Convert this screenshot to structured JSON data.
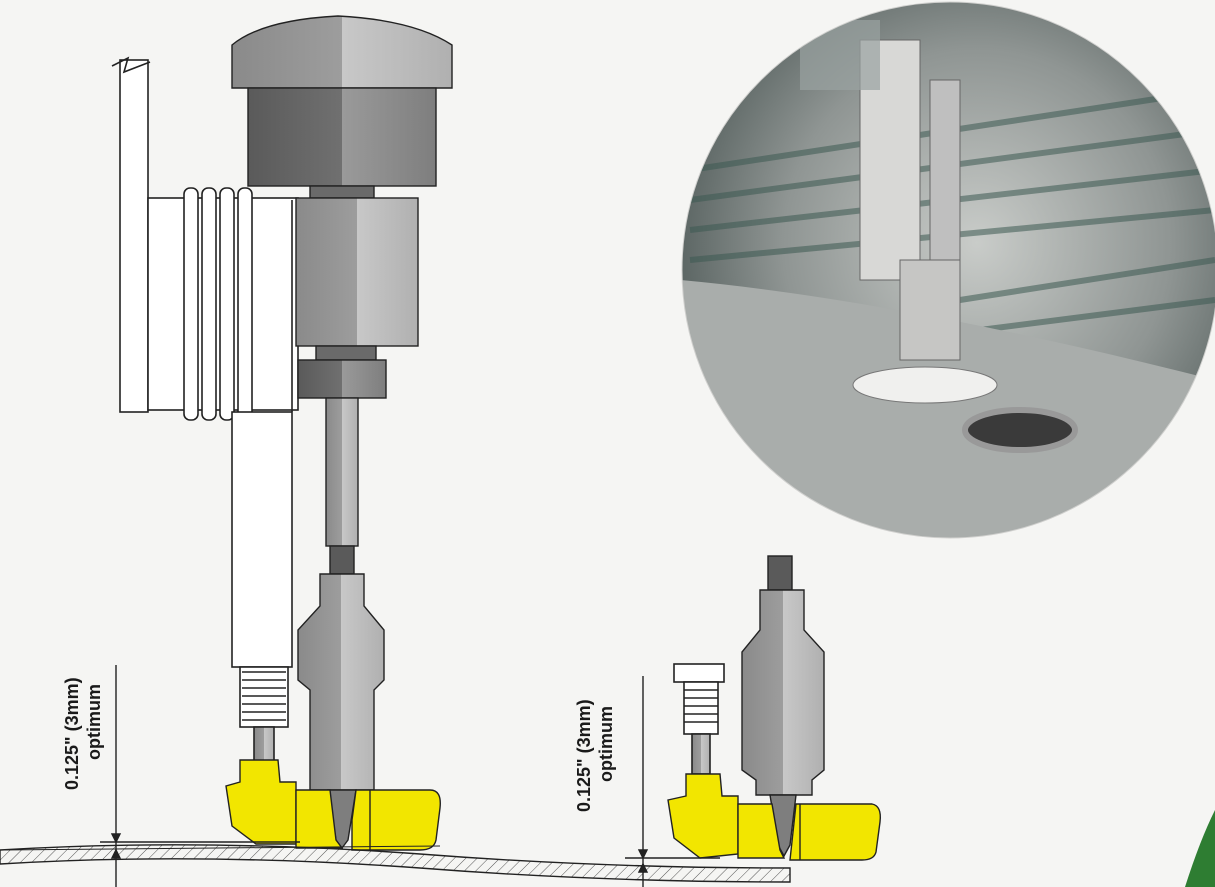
{
  "annotations": {
    "left_gap_value": "0.125\" (3mm)",
    "left_gap_note": "optimum",
    "right_gap_value": "0.125\" (3mm)",
    "right_gap_note": "optimum"
  },
  "colors": {
    "steel_light": "#b9b9b9",
    "steel_mid": "#8e8e8e",
    "steel_dark": "#5d5d5d",
    "yellow_guard": "#f2e600",
    "outline": "#222222",
    "background": "#f5f5f3",
    "accent_green": "#2e7d32"
  },
  "photo": {
    "subject": "waterjet-cutting-head-photo"
  }
}
